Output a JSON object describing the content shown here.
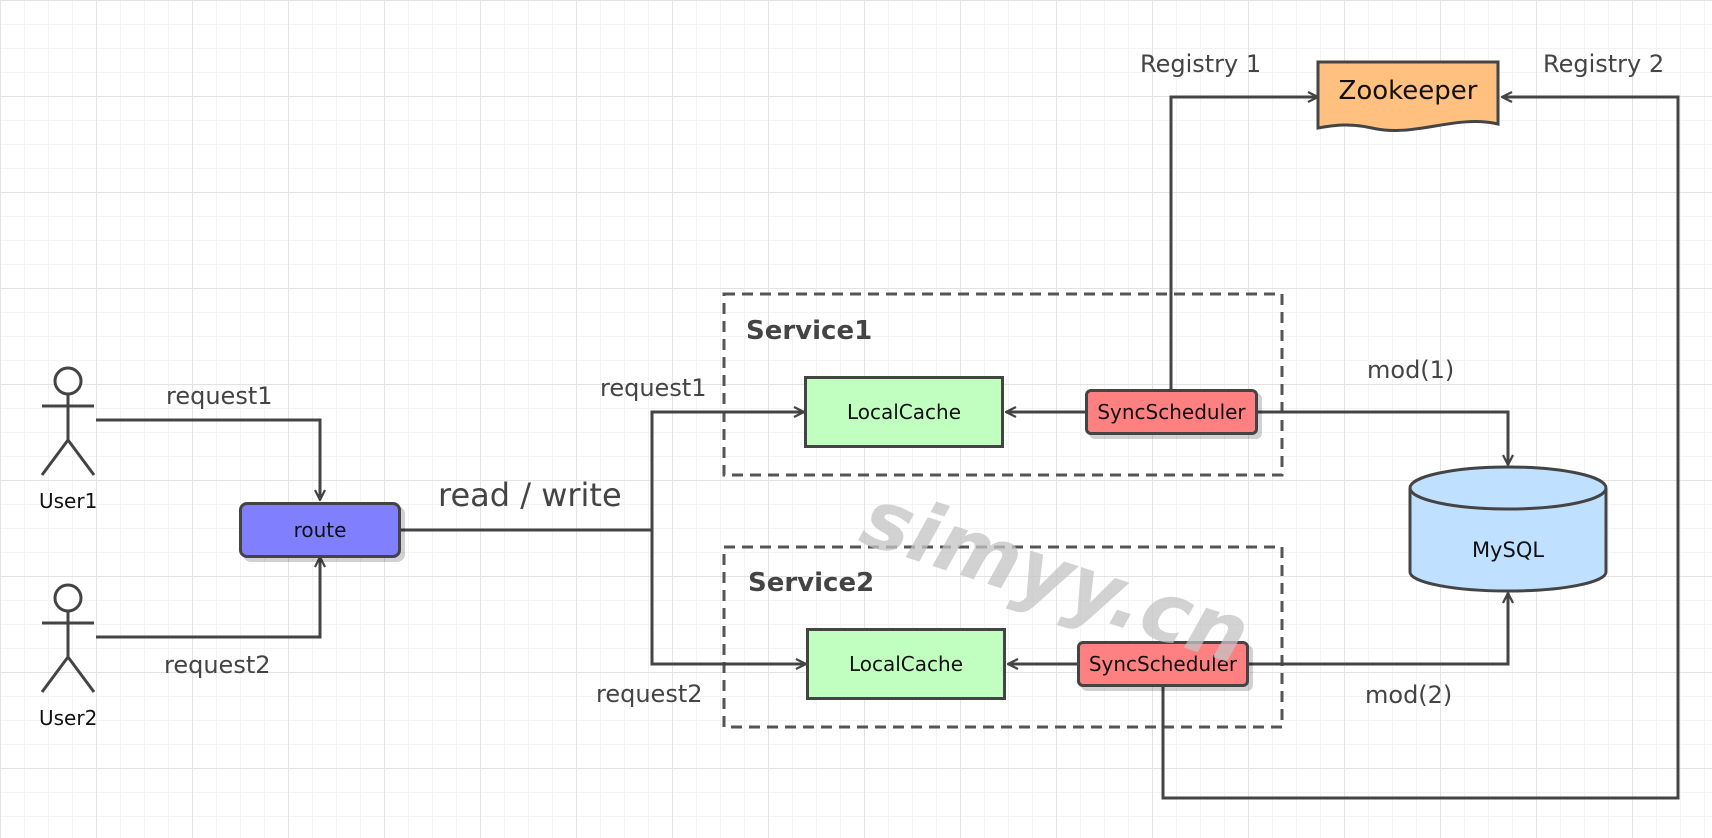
{
  "users": {
    "user1": "User1",
    "user2": "User2"
  },
  "route": {
    "label": "route"
  },
  "edges": {
    "request1_left": "request1",
    "request2_left": "request2",
    "read_write": "read / write",
    "request1_right": "request1",
    "request2_right": "request2",
    "mod1": "mod(1)",
    "mod2": "mod(2)",
    "registry1": "Registry 1",
    "registry2": "Registry 2"
  },
  "services": [
    {
      "title": "Service1",
      "cache": "LocalCache",
      "scheduler": "SyncScheduler"
    },
    {
      "title": "Service2",
      "cache": "LocalCache",
      "scheduler": "SyncScheduler"
    }
  ],
  "zookeeper": {
    "label": "Zookeeper"
  },
  "mysql": {
    "label": "MySQL"
  },
  "watermark": "simyy.cn",
  "colors": {
    "route": "#8080ff",
    "cache": "#c0ffc0",
    "scheduler": "#ff8080",
    "zookeeper": "#ffc080",
    "mysql": "#c0e0ff",
    "line": "#444444"
  }
}
